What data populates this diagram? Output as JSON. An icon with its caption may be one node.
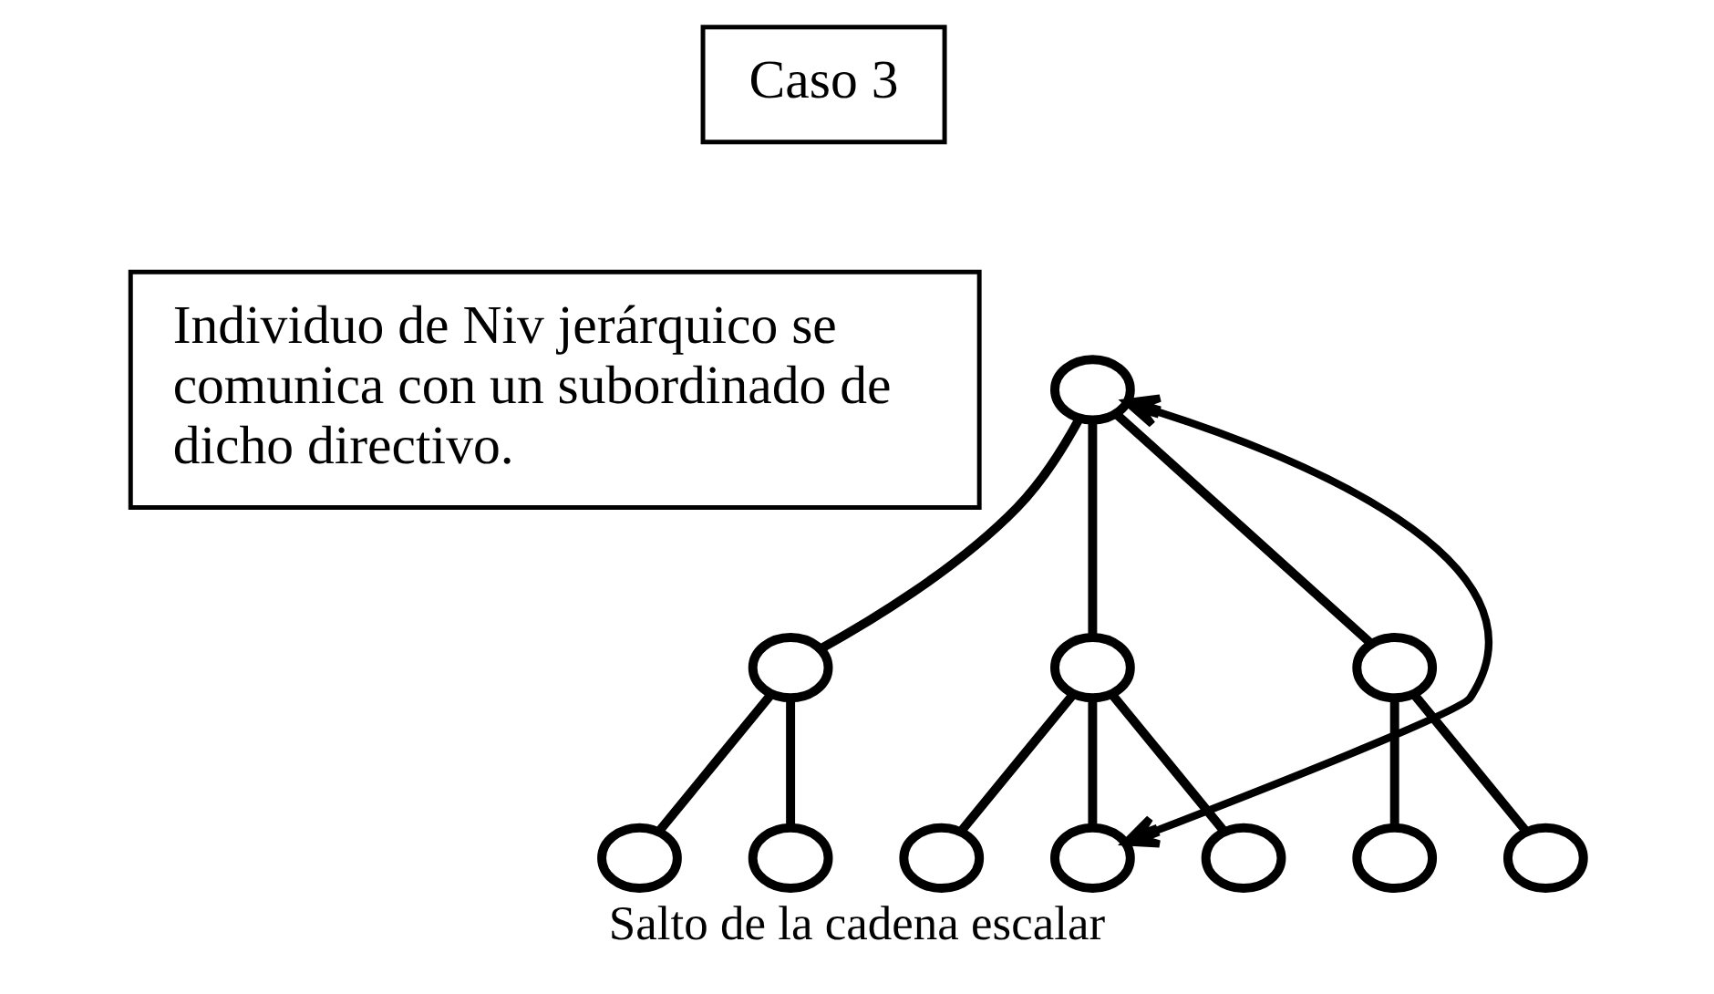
{
  "diagram": {
    "caption": "Salto de la cadena escalar",
    "nodes": [
      {
        "text": [
          "Caso 3"
        ]
      },
      {
        "text": [
          "Individuo de Niv jerárquico se comunica con un subordinado de dicho directivo."
        ]
      },
      {
        "text": [],
        "shape": "circle"
      },
      {
        "text": [],
        "shape": "circle"
      },
      {
        "text": [],
        "shape": "circle"
      },
      {
        "text": [],
        "shape": "circle"
      },
      {
        "text": [],
        "shape": "circle"
      },
      {
        "text": [],
        "shape": "circle"
      },
      {
        "text": [],
        "shape": "circle"
      },
      {
        "text": [],
        "shape": "circle"
      },
      {
        "text": [],
        "shape": "circle"
      },
      {
        "text": [],
        "shape": "circle"
      },
      {
        "text": [],
        "shape": "circle"
      }
    ],
    "edges": [
      {
        "from": 2,
        "to": 3,
        "arrow": "none"
      },
      {
        "from": 2,
        "to": 4,
        "arrow": "none"
      },
      {
        "from": 2,
        "to": 5,
        "arrow": "none"
      },
      {
        "from": 3,
        "to": 6,
        "arrow": "none"
      },
      {
        "from": 3,
        "to": 7,
        "arrow": "none"
      },
      {
        "from": 4,
        "to": 8,
        "arrow": "none"
      },
      {
        "from": 4,
        "to": 9,
        "arrow": "none"
      },
      {
        "from": 4,
        "to": 10,
        "arrow": "none"
      },
      {
        "from": 5,
        "to": 11,
        "arrow": "none"
      },
      {
        "from": 5,
        "to": 12,
        "arrow": "none"
      },
      {
        "from": 2,
        "to": 9,
        "arrow": "both"
      }
    ]
  }
}
